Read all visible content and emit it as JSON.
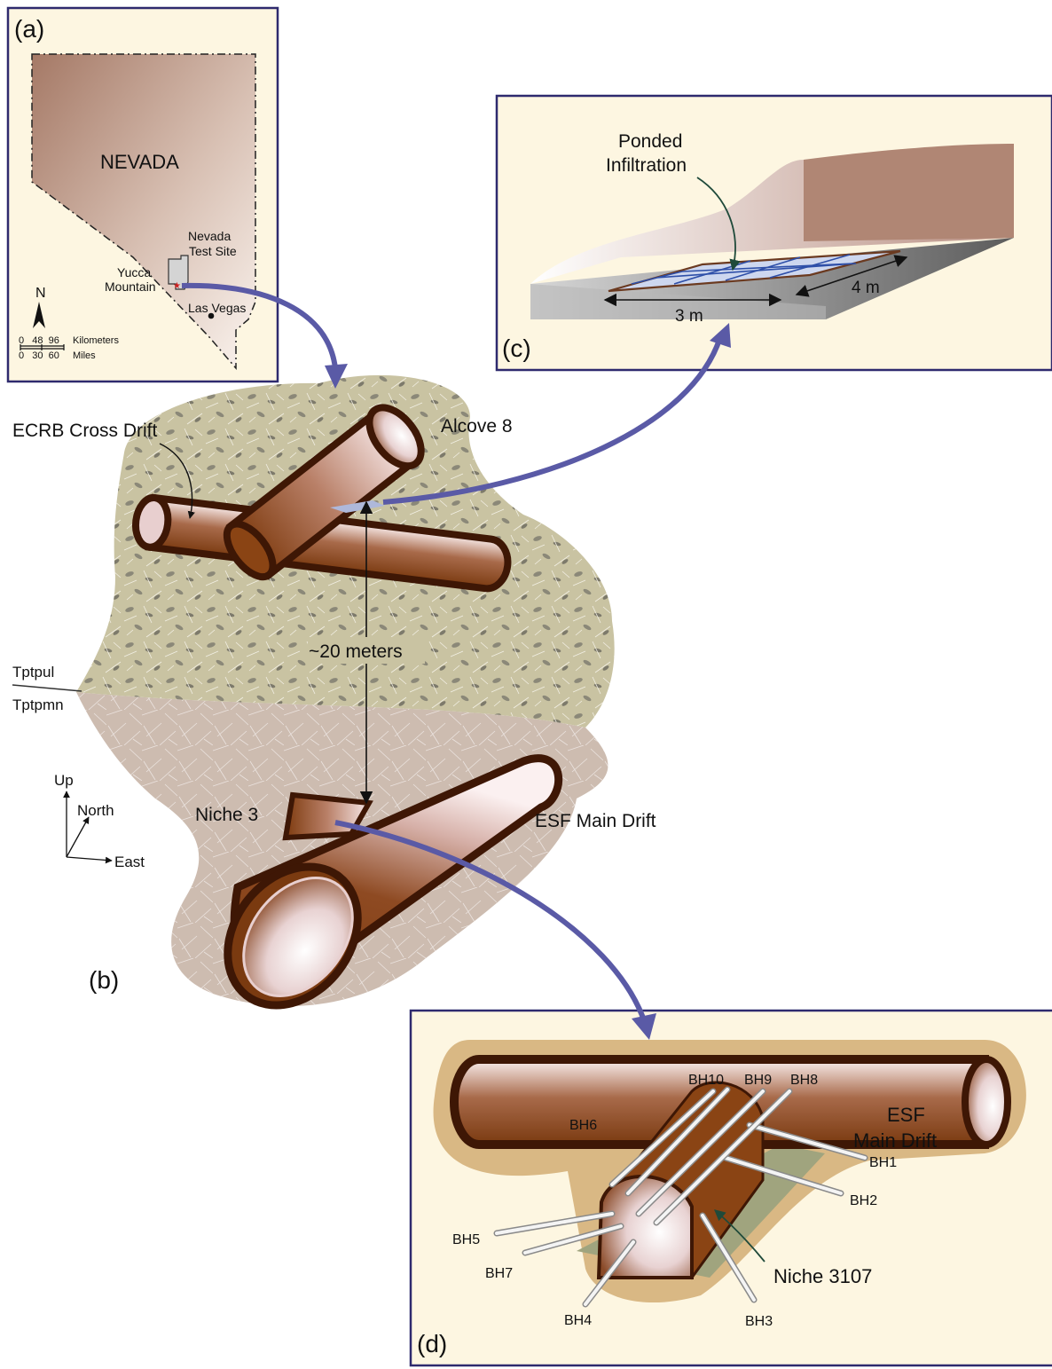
{
  "panel_a": {
    "tag": "(a)",
    "state": "NEVADA",
    "test_site_line1": "Nevada",
    "test_site_line2": "Test Site",
    "yucca_line1": "Yucca",
    "yucca_line2": "Mountain",
    "city": "Las Vegas",
    "north": "N",
    "scale_km_nums": "0   48  96",
    "scale_km_unit": "Kilometers",
    "scale_mi_nums": "0   30  60",
    "scale_mi_unit": "Miles"
  },
  "panel_b": {
    "tag": "(b)",
    "cross_drift": "ECRB Cross Drift",
    "alcove": "Alcove 8",
    "distance": "~20 meters",
    "unit_upper": "Tptpul",
    "unit_lower": "Tptpmn",
    "niche": "Niche 3",
    "main_drift": "ESF Main Drift",
    "axis_up": "Up",
    "axis_north": "North",
    "axis_east": "East"
  },
  "panel_c": {
    "tag": "(c)",
    "title_line1": "Ponded",
    "title_line2": "Infiltration",
    "dim_width": "3 m",
    "dim_length": "4 m"
  },
  "panel_d": {
    "tag": "(d)",
    "main_line1": "ESF",
    "main_line2": "Main Drift",
    "niche": "Niche 3107",
    "boreholes": {
      "bh1": "BH1",
      "bh2": "BH2",
      "bh3": "BH3",
      "bh4": "BH4",
      "bh5": "BH5",
      "bh6": "BH6",
      "bh7": "BH7",
      "bh8": "BH8",
      "bh9": "BH9",
      "bh10": "BH10"
    }
  },
  "colors": {
    "panel_bg": "#fdf6e1",
    "panel_border": "#2e2a6e",
    "tunnel": "#8a4414",
    "tunnel_dark": "#3e1705",
    "upper_rock": "#c9c1a1",
    "lower_rock": "#cbbab0",
    "arrow": "#5a5aa6"
  }
}
